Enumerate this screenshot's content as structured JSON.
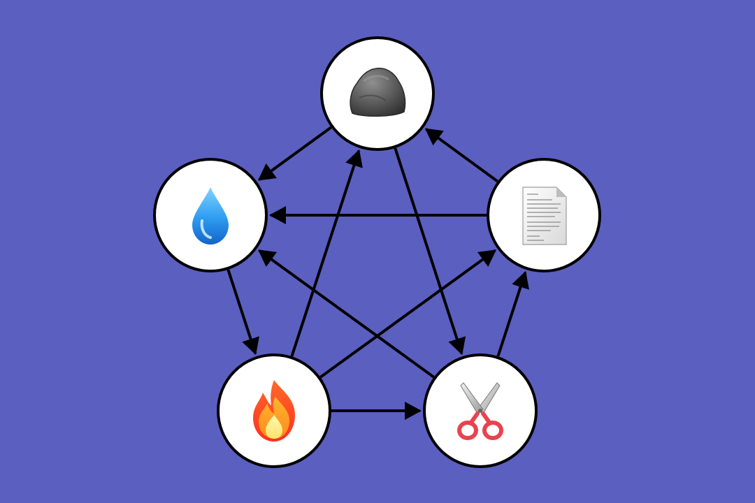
{
  "background_color": "#5B5FC0",
  "node_fill": "#FFFFFF",
  "node_stroke": "#000000",
  "edge_color": "#000000",
  "nodes": [
    {
      "id": "rock",
      "name": "rock",
      "icon": "rock-icon"
    },
    {
      "id": "paper",
      "name": "paper",
      "icon": "paper-document-icon"
    },
    {
      "id": "scissors",
      "name": "scissors",
      "icon": "scissors-icon"
    },
    {
      "id": "fire",
      "name": "fire",
      "icon": "fire-icon"
    },
    {
      "id": "water",
      "name": "water",
      "icon": "water-drop-icon"
    }
  ],
  "edges": [
    {
      "from": "rock",
      "to": "water"
    },
    {
      "from": "rock",
      "to": "scissors"
    },
    {
      "from": "paper",
      "to": "rock"
    },
    {
      "from": "paper",
      "to": "water"
    },
    {
      "from": "water",
      "to": "fire"
    },
    {
      "from": "fire",
      "to": "rock"
    },
    {
      "from": "fire",
      "to": "paper"
    },
    {
      "from": "fire",
      "to": "scissors"
    },
    {
      "from": "scissors",
      "to": "water"
    },
    {
      "from": "scissors",
      "to": "paper"
    }
  ]
}
